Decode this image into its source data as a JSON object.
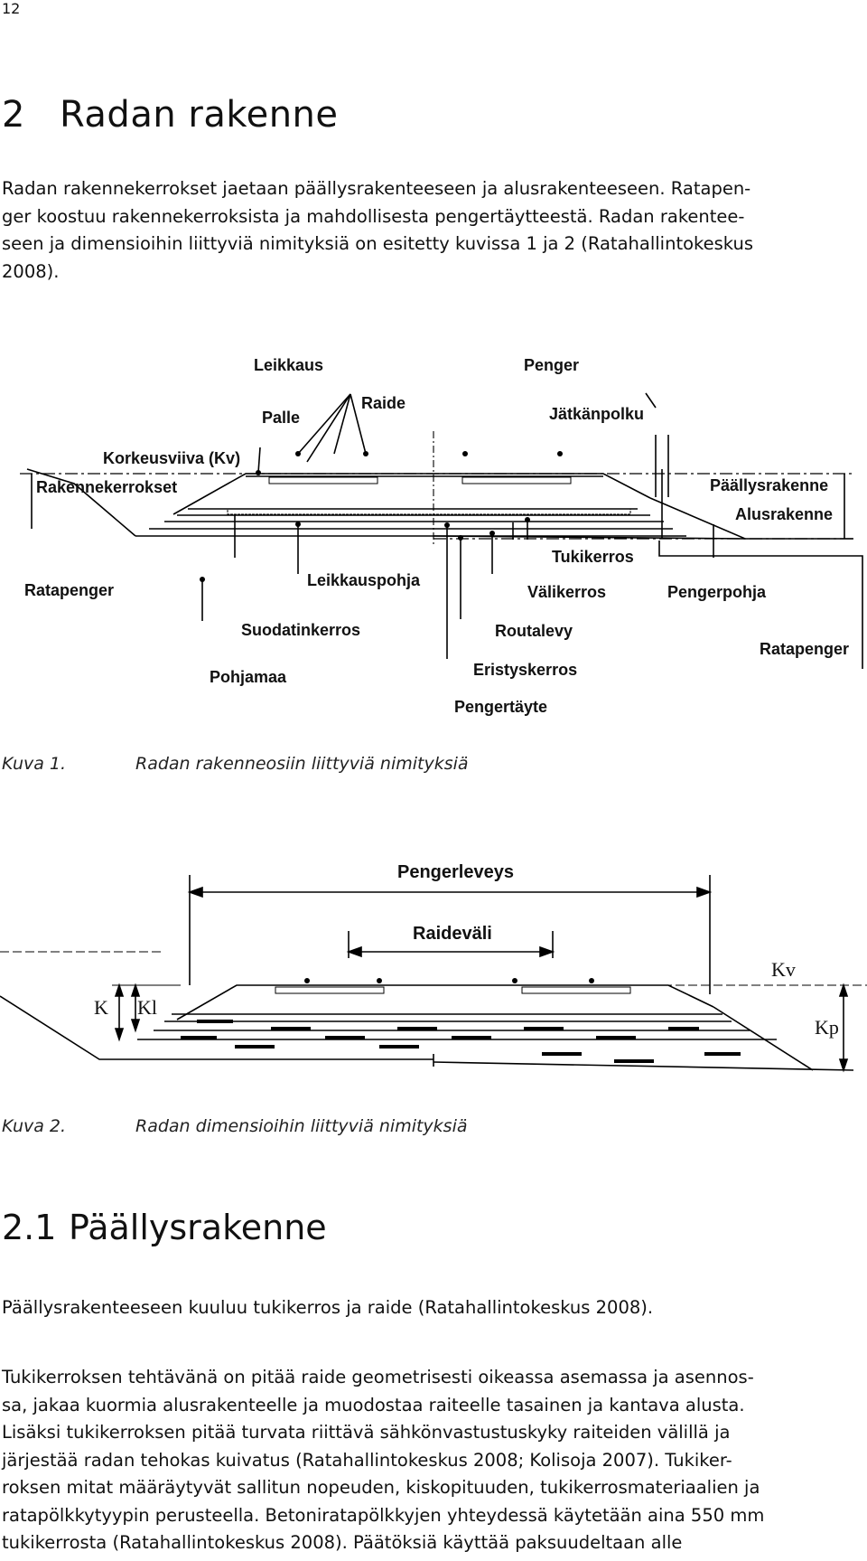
{
  "page_number": "12",
  "heading": {
    "number": "2",
    "title": "Radan rakenne"
  },
  "intro_lines": [
    "Radan rakennekerrokset jaetaan päällysrakenteeseen ja alusrakenteeseen. Ratapen-",
    "ger koostuu rakennekerroksista ja mahdollisesta pengertäytteestä. Radan rakentee-",
    "seen ja dimensioihin liittyviä nimityksiä on esitetty kuvissa 1 ja 2 (Ratahallintokeskus",
    "2008)."
  ],
  "figure1": {
    "labels": {
      "leikkaus": "Leikkaus",
      "penger": "Penger",
      "raide": "Raide",
      "palle": "Palle",
      "jatkanpolku": "Jätkänpolku",
      "korkeusviiva": "Korkeusviiva (Kv)",
      "rakennekerrokset": "Rakennekerrokset",
      "paallysrakenne": "Päällysrakenne",
      "alusrakenne": "Alusrakenne",
      "tukikerros": "Tukikerros",
      "ratapenger_left": "Ratapenger",
      "leikkauspohja": "Leikkauspohja",
      "valikerros": "Välikerros",
      "pengerpohja": "Pengerpohja",
      "suodatinkerros": "Suodatinkerros",
      "routalevy": "Routalevy",
      "ratapenger_right": "Ratapenger",
      "eristyskerros": "Eristyskerros",
      "pohjamaa": "Pohjamaa",
      "pengertayte": "Pengertäyte"
    },
    "caption_label": "Kuva 1.",
    "caption_text": "Radan rakenneosiin liittyviä nimityksiä"
  },
  "figure2": {
    "labels": {
      "pengerleveys": "Pengerleveys",
      "raidevali": "Raideväli",
      "kv": "Kv",
      "k": "K",
      "kl": "Kl",
      "kp": "Kp"
    },
    "caption_label": "Kuva 2.",
    "caption_text": "Radan dimensioihin liittyviä nimityksiä"
  },
  "section": {
    "number": "2.1",
    "title": "Päällysrakenne"
  },
  "section_para1": "Päällysrakenteeseen kuuluu tukikerros ja raide (Ratahallintokeskus 2008).",
  "section_para2_lines": [
    "Tukikerroksen tehtävänä on pitää raide geometrisesti oikeassa asemassa ja asennos-",
    "sa, jakaa kuormia alusrakenteelle ja muodostaa raiteelle tasainen ja kantava alusta.",
    "Lisäksi tukikerroksen pitää turvata riittävä sähkönvastustuskyky raiteiden välillä ja",
    "järjestää radan tehokas kuivatus (Ratahallintokeskus 2008; Kolisoja 2007). Tukiker-",
    "roksen mitat määräytyvät sallitun nopeuden, kiskopituuden, tukikerrosmateriaalien ja",
    "ratapölkkytyypin perusteella. Betoniratapölkkyjen yhteydessä käytetään aina 550 mm",
    "tukikerrosta (Ratahallintokeskus 2008). Päätöksiä käyttää paksuudeltaan alle"
  ]
}
